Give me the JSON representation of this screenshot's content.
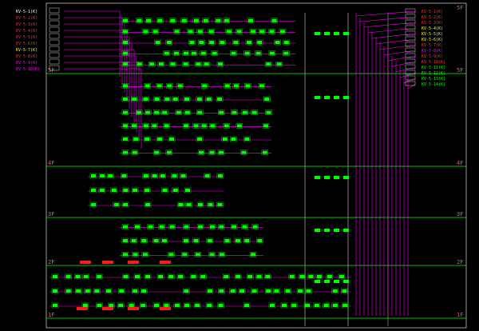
{
  "floors": [
    {
      "label": "5F"
    },
    {
      "label": "4F"
    },
    {
      "label": "3F"
    },
    {
      "label": "2F"
    },
    {
      "label": "1F"
    }
  ],
  "top_right_label": "5F",
  "left_tags": [
    "KV-5-1(K)",
    "KV-5-2(K)",
    "KV-5-3(K)",
    "KV-5-4(K)",
    "KV-5-5(K)",
    "KV-5-6(K)",
    "KV-5-7(K)",
    "KV-5-8(K)",
    "KV-5-9(K)",
    "KV-5-10(K)"
  ],
  "right_tags": [
    "KV-5-1(K)",
    "KV-5-2(K)",
    "KV-5-3(K)",
    "KV-5-4(K)",
    "KV-5-5(K)",
    "KV-5-6(K)",
    "KV-5-7(K)",
    "KV-5-8(K)",
    "KV-5-9(K)",
    "KV-5-10(K)",
    "KV-5-11(K)",
    "KV-5-12(K)",
    "KV-5-13(K)",
    "KV-5-14(K)"
  ],
  "colors": {
    "background": "#000000",
    "floor_line": "#00ff00",
    "wiring": "#ff00ff",
    "device": "#00ff00",
    "frame": "#ffffff",
    "floor_label": "#ff5050",
    "alarm_block": "#ff1a1a",
    "tag_left": [
      "#ffffff",
      "#ff3333",
      "#ff3333",
      "#ff3333",
      "#ff3333",
      "#ff3333",
      "#ffff00",
      "#ff3333",
      "#ff00ff",
      "#ff00ff"
    ],
    "tag_right": [
      "#ff3333",
      "#ff3333",
      "#ff3333",
      "#ffff00",
      "#ffff00",
      "#ffff00",
      "#ff3333",
      "#ff00ff",
      "#ff3333",
      "#ff3333",
      "#00ff00",
      "#00ff00",
      "#00ff00",
      "#00ff00"
    ]
  }
}
